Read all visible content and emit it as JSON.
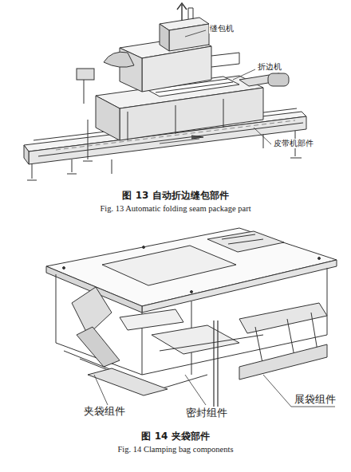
{
  "diagram": {
    "labels": [
      "缝包机",
      "折边机",
      "皮带机部件",
      "图 13 自动折边缝包部件",
      "Fig. 13 Automatic folding seam package part",
      "展袋组件",
      "夹袋组件",
      "密封组件",
      "图 14 夹袋部件",
      "Fig. 14 Clamping bag components"
    ]
  }
}
